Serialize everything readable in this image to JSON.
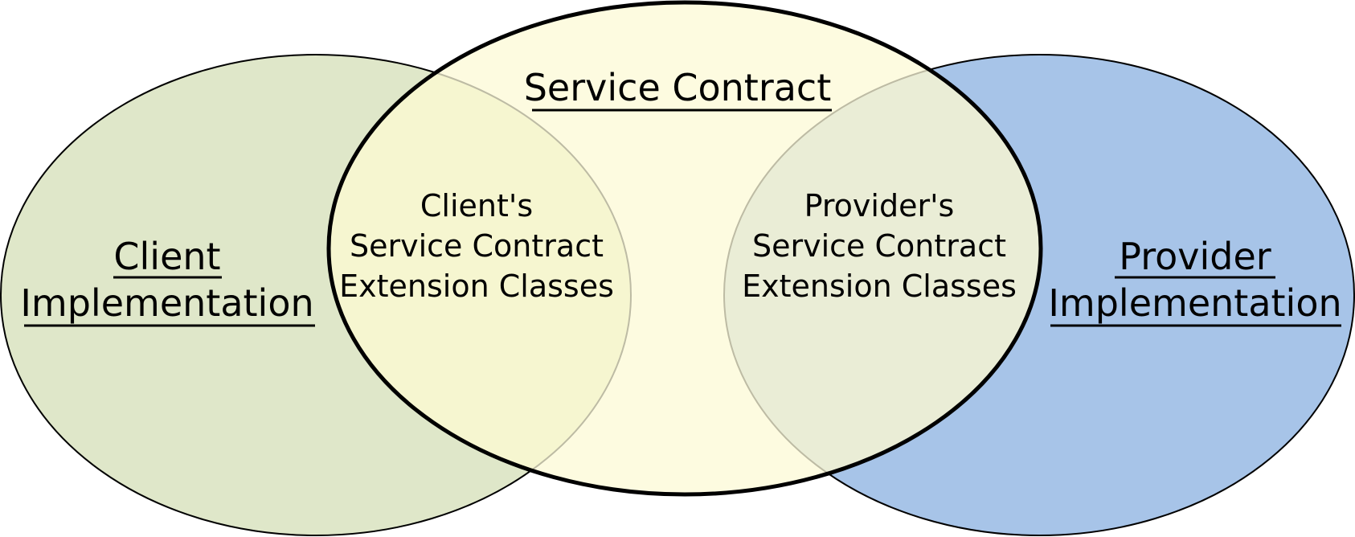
{
  "diagram": {
    "service_contract": {
      "title": "Service Contract",
      "fill": "#fdfbe0"
    },
    "client": {
      "title_line1": "Client",
      "title_line2": "Implementation",
      "fill": "#dfe7c9",
      "extension_line1": "Client's",
      "extension_line2": "Service Contract",
      "extension_line3": "Extension Classes",
      "overlap_fill": "#f6f6d0"
    },
    "provider": {
      "title_line1": "Provider",
      "title_line2": "Implementation",
      "fill": "#a7c4e8",
      "extension_line1": "Provider's",
      "extension_line2": "Service Contract",
      "extension_line3": "Extension Classes",
      "overlap_fill": "#eaedd6"
    }
  }
}
